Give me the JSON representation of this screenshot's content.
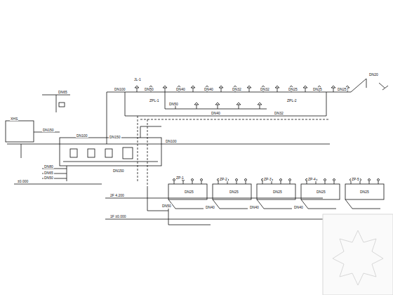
{
  "diagram": {
    "labels": [
      "JL-1",
      "DN100",
      "DN50",
      "DN40",
      "DN40",
      "DN32",
      "DN32",
      "DN25",
      "DN25",
      "DN25",
      "DN20",
      "DN50",
      "DN40",
      "DN32",
      "ZPL-1",
      "ZPL-2",
      "DN150",
      "DN65",
      "XHS",
      "DN100",
      "DN150",
      "DN100",
      "±0.000",
      "DN80",
      "DN65",
      "DN50",
      "DN150",
      "ZP-1",
      "ZP-2",
      "ZP-3",
      "ZP-4",
      "ZP-5",
      "DN25",
      "DN25",
      "DN25",
      "DN25",
      "DN25",
      "DN50",
      "DN40",
      "DN40",
      "DN40",
      "2F 4.200",
      "1F ±0.000"
    ]
  }
}
